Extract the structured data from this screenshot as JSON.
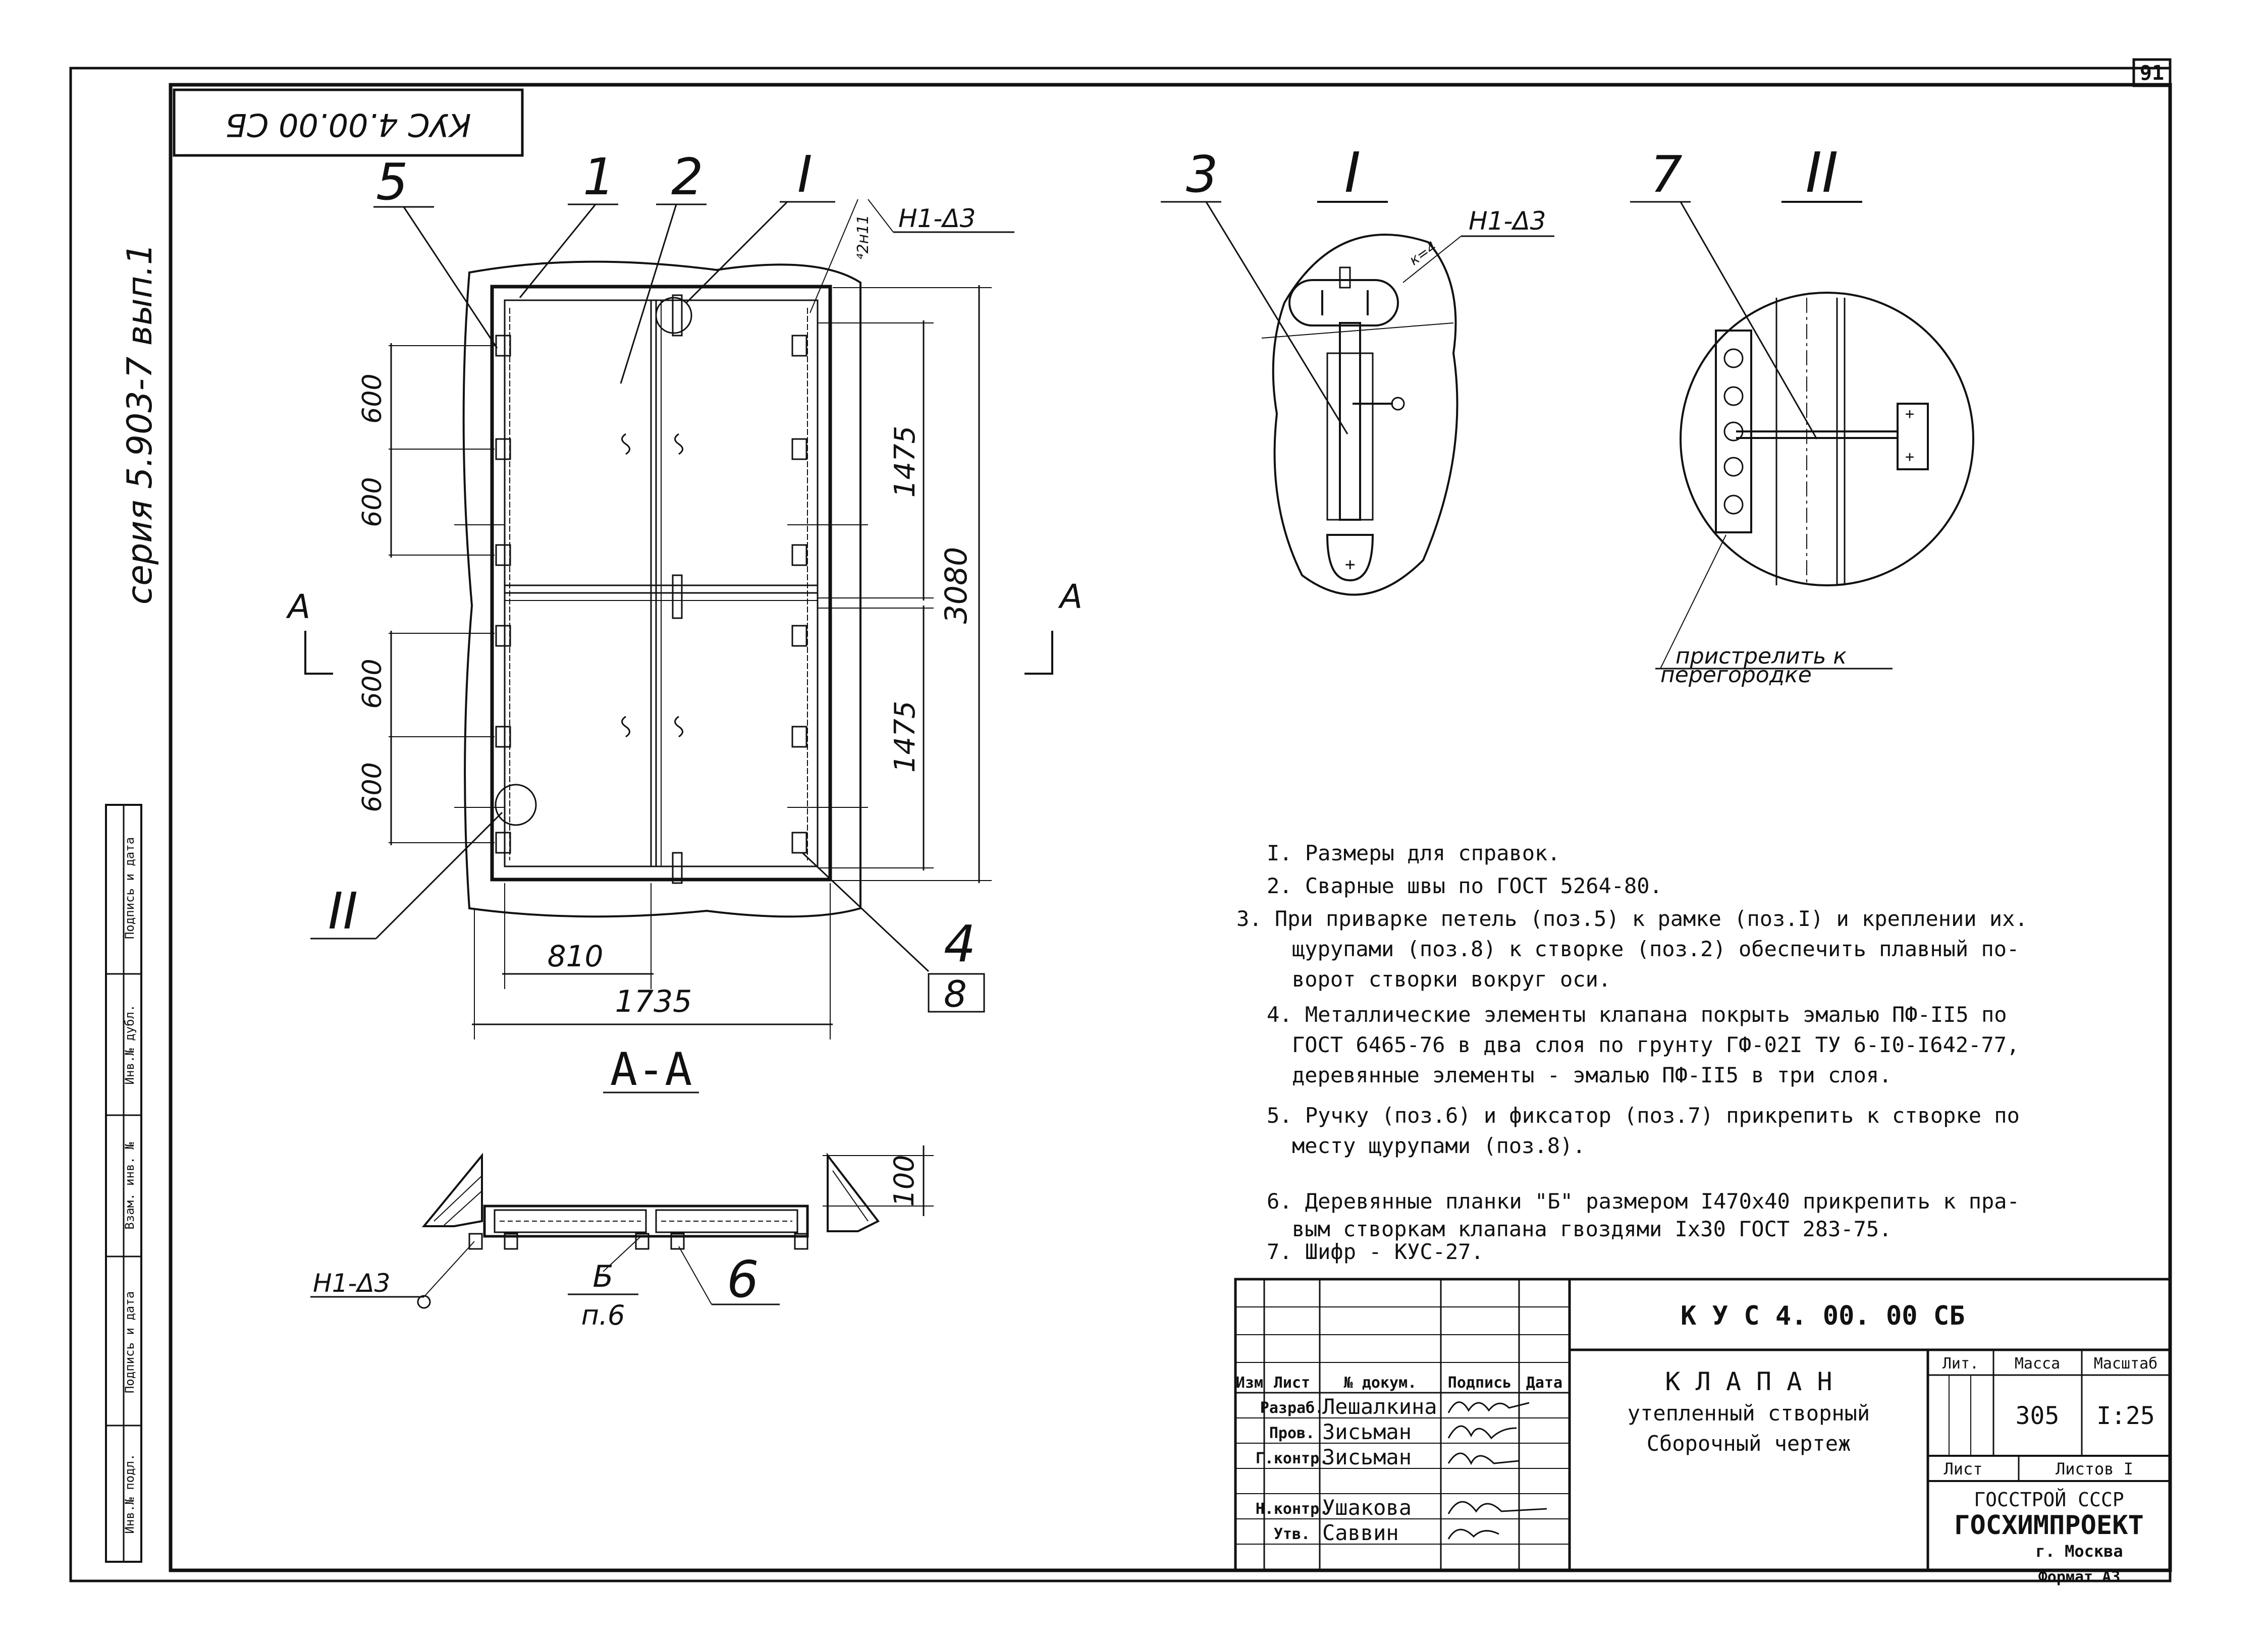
{
  "page_number": "91",
  "series_stamp": "серия 5.903-7 вып.1",
  "rotated_code": "КУС 4.00.00 СБ",
  "left_strip": [
    "Инв.№ подл.",
    "Подпись и дата",
    "Взам. инв. №",
    "Инв.№ дубл.",
    "Подпись и дата"
  ],
  "main_view": {
    "callouts": [
      "5",
      "1",
      "2",
      "I",
      "II",
      "4",
      "8"
    ],
    "weld_label": "Н1-Δ3",
    "weld_size": "⁴2н11",
    "dims_left": [
      "600",
      "600",
      "600",
      "600"
    ],
    "dim_height": "3080",
    "dims_right": [
      "1475",
      "1475"
    ],
    "dim_width_sash": "810",
    "dim_width_total": "1735",
    "section_marks": [
      "A",
      "A"
    ]
  },
  "section_view": {
    "title": "А-А",
    "dim_depth": "100",
    "weld_label": "Н1-Δ3",
    "label_b": "Б",
    "label_b_note": "п.6",
    "callout": "6"
  },
  "detail_1": {
    "title": "I",
    "callout": "3",
    "weld_label": "Н1-Δ3",
    "weld_size": "к=4"
  },
  "detail_2": {
    "title": "II",
    "callout": "7",
    "note_line1": "пристрелить к",
    "note_line2": "перегородке"
  },
  "notes": [
    "I. Размеры для справок.",
    "2. Сварные швы по ГОСТ  5264-80.",
    "3. При приварке петель (поз.5) к рамке (поз.I) и креплении их.",
    "щурупами (поз.8) к створке (поз.2) обеспечить плавный по-",
    "ворот створки вокруг оси.",
    "4. Металлические элементы клапана покрыть эмалью ПФ-II5  по",
    "ГОСТ 6465-76 в два слоя по грунту ГФ-02I ТУ 6-I0-I642-77,",
    "деревянные элементы - эмалью ПФ-II5 в три слоя.",
    "5. Ручку (поз.6) и фиксатор (поз.7) прикрепить к створке по",
    "месту щурупами (поз.8).",
    "6. Деревянные планки \"Б\" размером I470x40 прикрепить к пра-",
    "вым створкам клапана гвоздями Iх30 ГОСТ 283-75.",
    "7. Шифр - КУС-27."
  ],
  "title_block": {
    "designation": "К У С  4. 00. 00 СБ",
    "name": "К Л А П А Н",
    "subtitle1": "утепленный створный",
    "subtitle2": "Сборочный  чертеж",
    "col_headers": [
      "Изм",
      "Лист",
      "№ докум.",
      "Подпись",
      "Дата"
    ],
    "roles": [
      {
        "role": "Разраб.",
        "name": "Лешалкина"
      },
      {
        "role": "Пров.",
        "name": "Зисьман"
      },
      {
        "role": "Г.контр.",
        "name": "Зисьман"
      },
      {
        "role": "",
        "name": ""
      },
      {
        "role": "Н.контр.",
        "name": "Ушакова"
      },
      {
        "role": "Утв.",
        "name": "Саввин"
      }
    ],
    "lit_label": "Лит.",
    "mass_label": "Масса",
    "scale_label": "Масштаб",
    "mass": "305",
    "scale": "I:25",
    "sheet_label": "Лист",
    "sheets_label": "Листов I",
    "org1": "ГОССТРОЙ СССР",
    "org2": "ГОСХИМПРОЕКТ",
    "city": "г. Москва",
    "format": "Формат  А3"
  }
}
